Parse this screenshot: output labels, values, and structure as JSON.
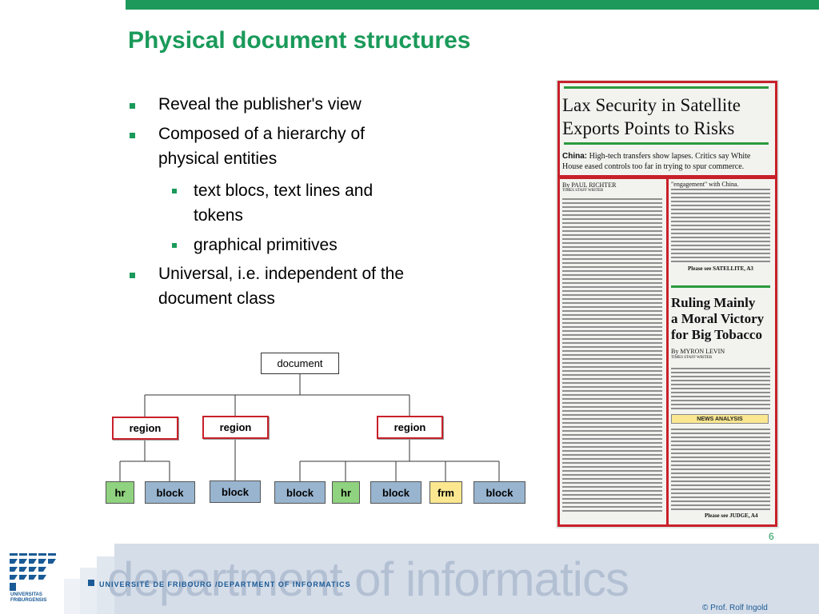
{
  "slide": {
    "title": "Physical document structures",
    "page_number": "6",
    "copyright": "© Prof. Rolf Ingold"
  },
  "bullets": [
    {
      "level": 1,
      "lines": [
        "Reveal the publisher's view"
      ]
    },
    {
      "level": 1,
      "lines": [
        "Composed of a hierarchy of",
        "physical entities"
      ]
    },
    {
      "level": 2,
      "lines": [
        "text blocs, text lines and",
        "tokens"
      ]
    },
    {
      "level": 2,
      "lines": [
        "graphical primitives"
      ]
    },
    {
      "level": 1,
      "lines": [
        "Universal, i.e. independent of the",
        "document class"
      ]
    }
  ],
  "tree": {
    "root": "document",
    "regions": [
      "region",
      "region",
      "region"
    ],
    "leaves": [
      "hr",
      "block",
      "block",
      "block",
      "hr",
      "block",
      "frm",
      "block"
    ]
  },
  "newspaper": {
    "headline_line1": "Lax Security in Satellite",
    "headline_line2": "Exports Points to Risks",
    "deck_label": "China:",
    "deck_line1": "High-tech transfers show lapses. Critics say White",
    "deck_line2": "House eased controls too far in trying to spur commerce.",
    "byline1": "By PAUL RICHTER",
    "byline1_sub": "TIMES STAFF WRITER",
    "col2_first": "\"engagement\" with China.",
    "see1": "Please see SATELLITE, A3",
    "headline2_line1": "Ruling Mainly",
    "headline2_line2": "a Moral Victory",
    "headline2_line3": "for Big Tobacco",
    "byline2": "By MYRON LEVIN",
    "byline2_sub": "TIMES STAFF WRITER",
    "tag": "NEWS ANALYSIS",
    "see2": "Please see JUDGE, A4"
  },
  "footer": {
    "university_line": "UNIVERSITÉ DE FRIBOURG /DEPARTMENT OF INFORMATICS",
    "department": "department of informatics",
    "logo_text_line1": "UNIVERSITAS",
    "logo_text_line2": "FRIBURGENSIS"
  },
  "colors": {
    "accent_green": "#1a9a5a",
    "region_red": "#c8202a",
    "hr_green": "#8fd27f",
    "block_blue": "#98b4cf",
    "frm_yellow": "#fbe790",
    "footer_blue": "#1a5a96"
  }
}
